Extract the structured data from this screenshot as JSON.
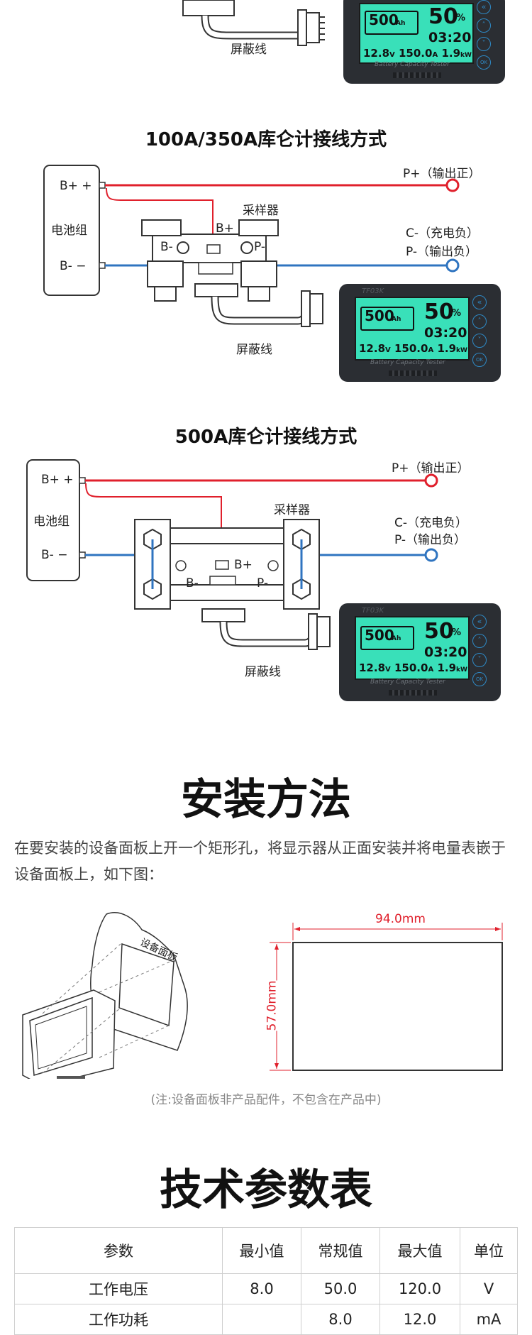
{
  "diagram1": {
    "shield_label": "屏蔽线",
    "meter": {
      "capacity": "500",
      "capacity_unit": "Ah",
      "percent": "50",
      "percent_unit": "%",
      "time": "03:20",
      "voltage": "12.8",
      "voltage_unit": "V",
      "current": "150.0",
      "current_unit": "A",
      "power": "1.9",
      "power_unit": "kW",
      "footer": "Battery Capacity Tester",
      "btn_ok": "OK"
    }
  },
  "diagram2": {
    "title": "100A/350A库仑计接线方式",
    "battery_label": "电池组",
    "b_plus": "B+ +",
    "b_minus": "B- −",
    "sampler_label": "采样器",
    "sampler_b_plus": "B+",
    "sampler_b_minus": "B-",
    "sampler_p_minus": "P-",
    "p_plus_label": "P+（输出正）",
    "c_minus_label": "C-（充电负）",
    "p_minus_label": "P-（输出负）",
    "shield_label": "屏蔽线",
    "meter": {
      "model": "TF03K",
      "capacity": "500",
      "capacity_unit": "Ah",
      "percent": "50",
      "percent_unit": "%",
      "time": "03:20",
      "voltage": "12.8",
      "voltage_unit": "V",
      "current": "150.0",
      "current_unit": "A",
      "power": "1.9",
      "power_unit": "kW",
      "footer": "Battery Capacity Tester",
      "btn_ok": "OK"
    }
  },
  "diagram3": {
    "title": "500A库仑计接线方式",
    "battery_label": "电池组",
    "b_plus": "B+ +",
    "b_minus": "B- −",
    "sampler_label": "采样器",
    "sampler_b_plus": "B+",
    "sampler_b_minus": "B-",
    "sampler_p_minus": "P-",
    "p_plus_label": "P+（输出正）",
    "c_minus_label": "C-（充电负）",
    "p_minus_label": "P-（输出负）",
    "shield_label": "屏蔽线",
    "meter": {
      "model": "TF03K",
      "capacity": "500",
      "capacity_unit": "Ah",
      "percent": "50",
      "percent_unit": "%",
      "time": "03:20",
      "voltage": "12.8",
      "voltage_unit": "V",
      "current": "150.0",
      "current_unit": "A",
      "power": "1.9",
      "power_unit": "kW",
      "footer": "Battery Capacity Tester",
      "btn_ok": "OK"
    }
  },
  "install": {
    "title": "安装方法",
    "description": "在要安装的设备面板上开一个矩形孔，将显示器从正面安装并将电量表嵌于设备面板上，如下图：",
    "panel_label": "设备面板",
    "width_dim": "94.0mm",
    "height_dim": "57.0mm",
    "note": "(注:设备面板非产品配件，不包含在产品中)"
  },
  "specs": {
    "title": "技术参数表",
    "headers": [
      "参数",
      "最小值",
      "常规值",
      "最大值",
      "单位"
    ],
    "rows": [
      [
        "工作电压",
        "8.0",
        "50.0",
        "120.0",
        "V"
      ],
      [
        "工作功耗",
        "",
        "8.0",
        "12.0",
        "mA"
      ]
    ]
  },
  "colors": {
    "red": "#e0202c",
    "blue": "#2f74c0",
    "lcd": "#39e0b9",
    "meter_body": "#2b2e33"
  }
}
